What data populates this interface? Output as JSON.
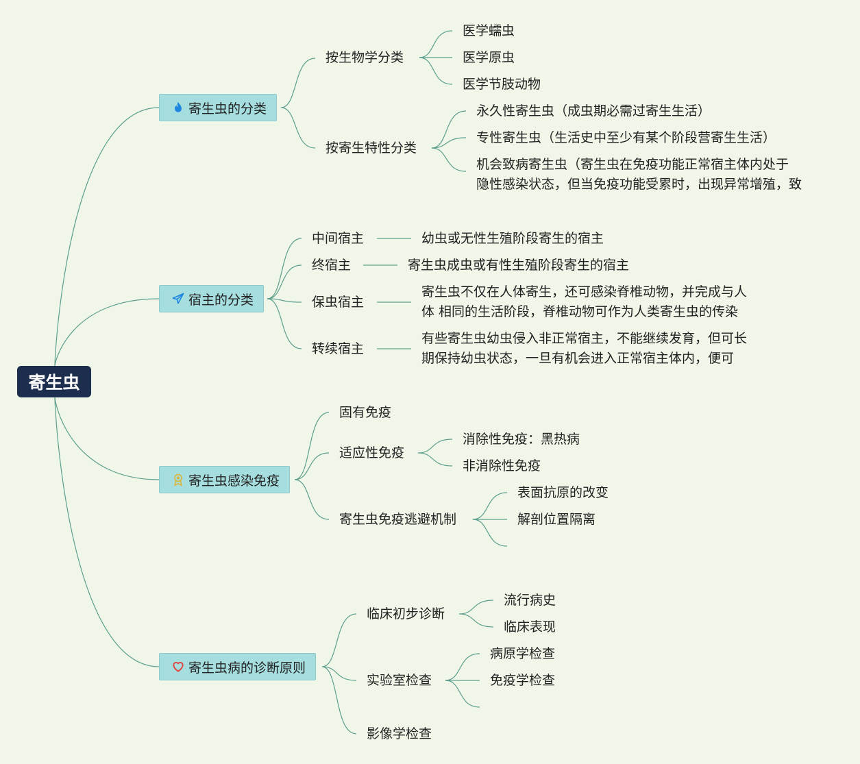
{
  "root": "寄生虫",
  "topics": {
    "classification": "寄生虫的分类",
    "host": "宿主的分类",
    "immunity": "寄生虫感染免疫",
    "diagnosis": "寄生虫病的诊断原则"
  },
  "icons": {
    "classification": "fire-icon",
    "host": "paper-plane-icon",
    "immunity": "award-medal-icon",
    "diagnosis": "heart-icon"
  },
  "classification": {
    "bio": "按生物学分类",
    "bio_items": [
      "医学蠕虫",
      "医学原虫",
      "医学节肢动物"
    ],
    "para": "按寄生特性分类",
    "para_items": [
      "永久性寄生虫（成虫期必需过寄生生活）",
      "专性寄生虫（生活史中至少有某个阶段营寄生生活）"
    ],
    "para_item3_lines": [
      "机会致病寄生虫（寄生虫在免疫功能正常宿主体内处于",
      "隐性感染状态，但当免疫功能受累时，出现异常增殖，致"
    ]
  },
  "host": {
    "intermediate": "中间宿主",
    "intermediate_desc": "幼虫或无性生殖阶段寄生的宿主",
    "definitive": "终宿主",
    "definitive_desc": "寄生虫成虫或有性生殖阶段寄生的宿主",
    "reservoir": "保虫宿主",
    "reservoir_desc_lines": [
      "寄生虫不仅在人体寄生，还可感染脊椎动物，并完成与人",
      "体 相同的生活阶段，脊椎动物可作为人类寄生虫的传染"
    ],
    "paratenic": "转续宿主",
    "paratenic_desc_lines": [
      "有些寄生虫幼虫侵入非正常宿主，不能继续发育，但可长",
      "期保持幼虫状态，一旦有机会进入正常宿主体内，便可"
    ]
  },
  "immunity": {
    "innate": "固有免疫",
    "adaptive": "适应性免疫",
    "adaptive_items": [
      "消除性免疫：黑热病",
      "非消除性免疫"
    ],
    "evasion": "寄生虫免疫逃避机制",
    "evasion_items": [
      "表面抗原的改变",
      "解剖位置隔离"
    ]
  },
  "diagnosis": {
    "clinical": "临床初步诊断",
    "clinical_items": [
      "流行病史",
      "临床表现"
    ],
    "lab": "实验室检查",
    "lab_items": [
      "病原学检查",
      "免疫学检查"
    ],
    "imaging": "影像学检查"
  },
  "colors": {
    "background": "#f0f7e9",
    "root_fill": "#1c2d4d",
    "topic_fill": "#a6dedf",
    "line": "#5d9e8c"
  }
}
